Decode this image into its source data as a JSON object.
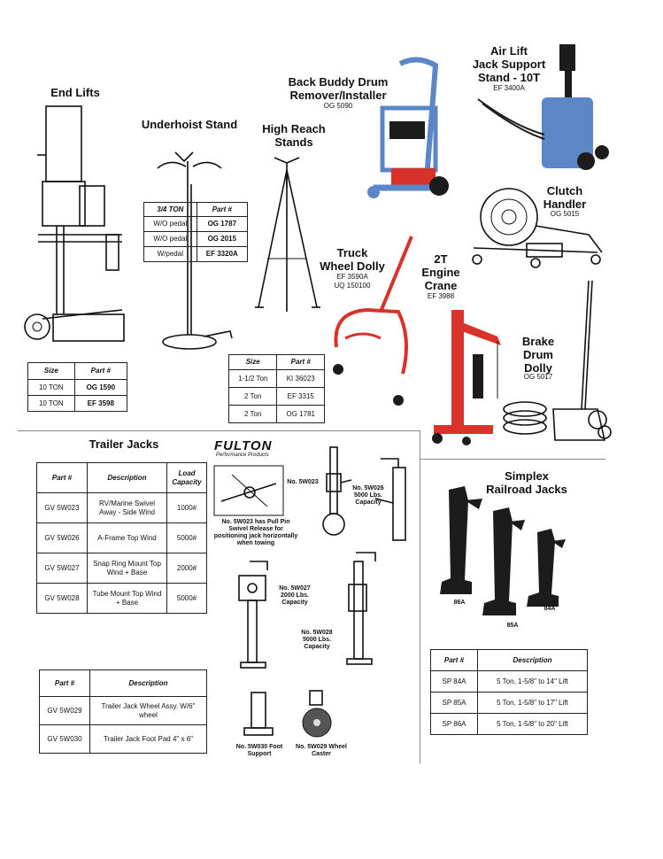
{
  "end_lifts": {
    "title": "End Lifts",
    "headers": [
      "Size",
      "Part #"
    ],
    "rows": [
      [
        "10 TON",
        "OG 1590"
      ],
      [
        "10 TON",
        "EF 3598"
      ]
    ]
  },
  "underhoist": {
    "title": "Underhoist Stand",
    "headers": [
      "3/4 TON",
      "Part #"
    ],
    "rows": [
      [
        "W/O pedal",
        "OG 1787"
      ],
      [
        "W/O pedal",
        "OG 2015"
      ],
      [
        "W/pedal",
        "EF 3320A"
      ]
    ]
  },
  "high_reach": {
    "title_line1": "High Reach",
    "title_line2": "Stands",
    "headers": [
      "Size",
      "Part #"
    ],
    "rows": [
      [
        "1-1/2 Ton",
        "KI 36023"
      ],
      [
        "2 Ton",
        "EF 3315"
      ],
      [
        "2 Ton",
        "OG 1781"
      ]
    ]
  },
  "back_buddy": {
    "title_line1": "Back Buddy Drum",
    "title_line2": "Remover/Installer",
    "code": "OG 5090"
  },
  "air_lift": {
    "title_line1": "Air Lift",
    "title_line2": "Jack Support",
    "title_line3": "Stand - 10T",
    "code": "EF 3400A"
  },
  "clutch": {
    "title_line1": "Clutch",
    "title_line2": "Handler",
    "code": "OG 5015"
  },
  "truck_dolly": {
    "title_line1": "Truck",
    "title_line2": "Wheel Dolly",
    "code1": "EF 3590A",
    "code2": "UQ 150100"
  },
  "engine_crane": {
    "title_line1": "2T",
    "title_line2": "Engine",
    "title_line3": "Crane",
    "code": "EF 3988"
  },
  "brake_dolly": {
    "title_line1": "Brake",
    "title_line2": "Drum",
    "title_line3": "Dolly",
    "code": "OG 5017"
  },
  "trailer_jacks": {
    "title": "Trailer Jacks",
    "headers": [
      "Part #",
      "Description",
      "Load Capacity"
    ],
    "rows": [
      [
        "GV 5W023",
        "RV/Marine Swivel Away - Side Wind",
        "1000#"
      ],
      [
        "GV 5W026",
        "A-Frame Top Wind",
        "5000#"
      ],
      [
        "GV 5W027",
        "Snap Ring Mount Top Wind + Base",
        "2000#"
      ],
      [
        "GV 5W028",
        "Tube Mount Top Wind + Base",
        "5000#"
      ]
    ],
    "acc_headers": [
      "Part #",
      "Description"
    ],
    "acc_rows": [
      [
        "GV 5W029",
        "Trailer Jack Wheel Assy. W/6\" wheel"
      ],
      [
        "GV 5W030",
        "Trailer Jack Foot Pad 4\" x 6\""
      ]
    ]
  },
  "fulton": {
    "logo": "FULTON",
    "tagline": "Performance Products",
    "cap_5w023": "No. 5W023",
    "cap_5w026": "No. 5W026 5000 Lbs. Capacity",
    "cap_pull_pin": "No. 5W023 has Pull Pin Swivel Release for positioning jack horizontally when towing",
    "cap_5w027": "No. 5W027 2000 Lbs. Capacity",
    "cap_5w028": "No. 5W028 5000 Lbs. Capacity",
    "cap_5w030": "No. 5W030 Foot Support",
    "cap_5w029": "No. 5W029 Wheel Caster"
  },
  "simplex": {
    "title_line1": "Simplex",
    "title_line2": "Railroad Jacks",
    "label_86a": "86A",
    "label_85a": "85A",
    "label_84a": "84A",
    "headers": [
      "Part #",
      "Description"
    ],
    "rows": [
      [
        "SP 84A",
        "5 Ton, 1-5/8\" to 14\" Lift"
      ],
      [
        "SP 85A",
        "5 Ton, 1-5/8\" to 17\" Lift"
      ],
      [
        "SP 86A",
        "5 Ton, 1-5/8\" to 20\" Lift"
      ]
    ]
  },
  "colors": {
    "blue_equipment": "#5b86c8",
    "red_equipment": "#d8322a",
    "black_jack": "#1c1c1c"
  }
}
